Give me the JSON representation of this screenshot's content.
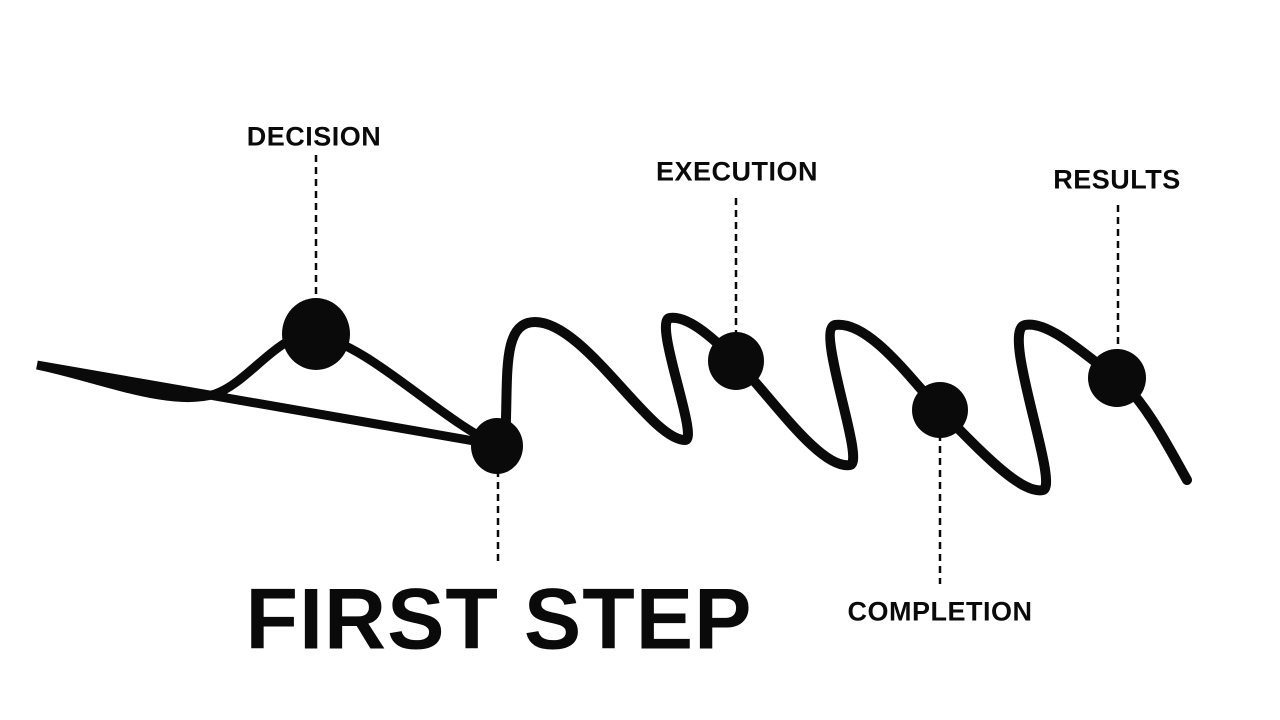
{
  "title": "FIRST STEP",
  "milestones": [
    {
      "label": "DECISION"
    },
    {
      "label": "EXECUTION"
    },
    {
      "label": "RESULTS"
    },
    {
      "label": "COMPLETION"
    }
  ],
  "colors": {
    "ink": "#0a0a0a",
    "background": "#ffffff"
  }
}
